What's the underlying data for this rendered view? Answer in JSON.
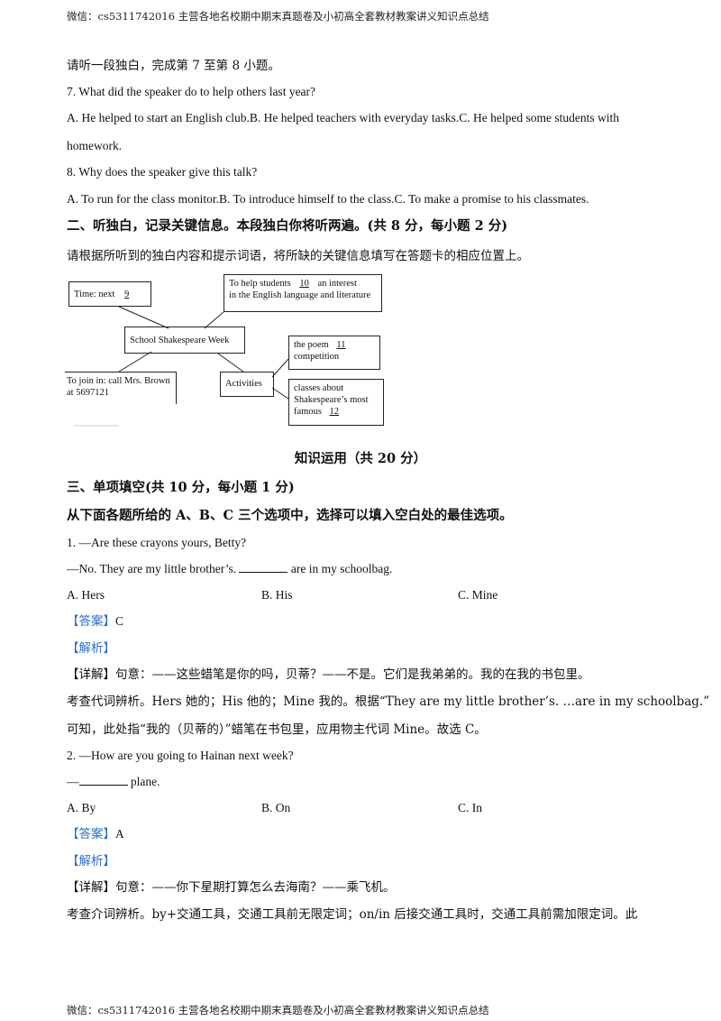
{
  "header_text": "微信：cs5311742016  主营各地名校期中期末真题卷及小初高全套教材教案讲义知识点总结",
  "footer_text": "微信：cs5311742016  主营各地名校期中期末真题卷及小初高全套教材教案讲义知识点总结",
  "intro_7_8": "请听一段独白，完成第 7 至第 8 小题。",
  "q7": {
    "stem": "7. What did the speaker do to help others last year?",
    "options_line1": "A. He helped to start an English club.B. He helped teachers with everyday tasks.C. He helped some students with",
    "options_line2": "homework."
  },
  "q8": {
    "stem": "8. Why does the speaker give this talk?",
    "options": "A. To run for the class monitor.B. To introduce himself to the class.C. To make a promise to his classmates."
  },
  "section2": {
    "title": "二、听独白，记录关键信息。本段独白你将听两遍。(共 8 分，每小题 2 分)",
    "instruction": "请根据所听到的独白内容和提示词语，将所缺的关键信息填写在答题卡的相应位置上。"
  },
  "diagram": {
    "time_label": "Time: next",
    "time_num": "9",
    "help_line1": "To help students",
    "help_num": "10",
    "help_line1_end": "an interest",
    "help_line2": "in the English language and literature",
    "center": "School Shakespeare Week",
    "join_line1": "To join in: call Mrs. Brown",
    "join_line2": "at 5697121",
    "activities": "Activities",
    "poem_line1": "the poem",
    "poem_num": "11",
    "poem_line2": "competition",
    "classes_line1": "classes about",
    "classes_line2": "Shakespeare’s most",
    "classes_line3": "famous",
    "classes_num": "12"
  },
  "section_title": "知识运用（共 20 分）",
  "section3": {
    "title": "三、单项填空(共 10 分，每小题 1 分)",
    "instruction": "从下面各题所给的 A、B、C 三个选项中，选择可以填入空白处的最佳选项。"
  },
  "q1": {
    "stem": "1. —Are these crayons yours, Betty?",
    "line2_a": "—No. They are my little brother’s.",
    "line2_b": "are in my schoolbag.",
    "opt_a": "A. Hers",
    "opt_b": "B. His",
    "opt_c": "C. Mine",
    "answer_label": "【答案】",
    "answer": "C",
    "analysis_label": "【解析】",
    "detail": "【详解】句意：——这些蜡笔是你的吗，贝蒂？——不是。它们是我弟弟的。我的在我的书包里。",
    "explain1": "考查代词辨析。Hers 她的；His 他的；Mine 我的。根据“They are my little brother’s. …are in my schoolbag.”",
    "explain2": "可知，此处指“我的（贝蒂的）”蜡笔在书包里，应用物主代词 Mine。故选 C。"
  },
  "q2": {
    "stem": "2. —How are you going to Hainan next week?",
    "line2_a": "—",
    "line2_b": "plane.",
    "opt_a": "A. By",
    "opt_b": "B. On",
    "opt_c": "C. In",
    "answer_label": "【答案】",
    "answer": "A",
    "analysis_label": "【解析】",
    "detail": "【详解】句意：——你下星期打算怎么去海南？——乘飞机。",
    "explain1": "考查介词辨析。by+交通工具，交通工具前无限定词；on/in 后接交通工具时，交通工具前需加限定词。此"
  },
  "colors": {
    "accent_blue": "#2e6fc4",
    "text": "#111111"
  }
}
